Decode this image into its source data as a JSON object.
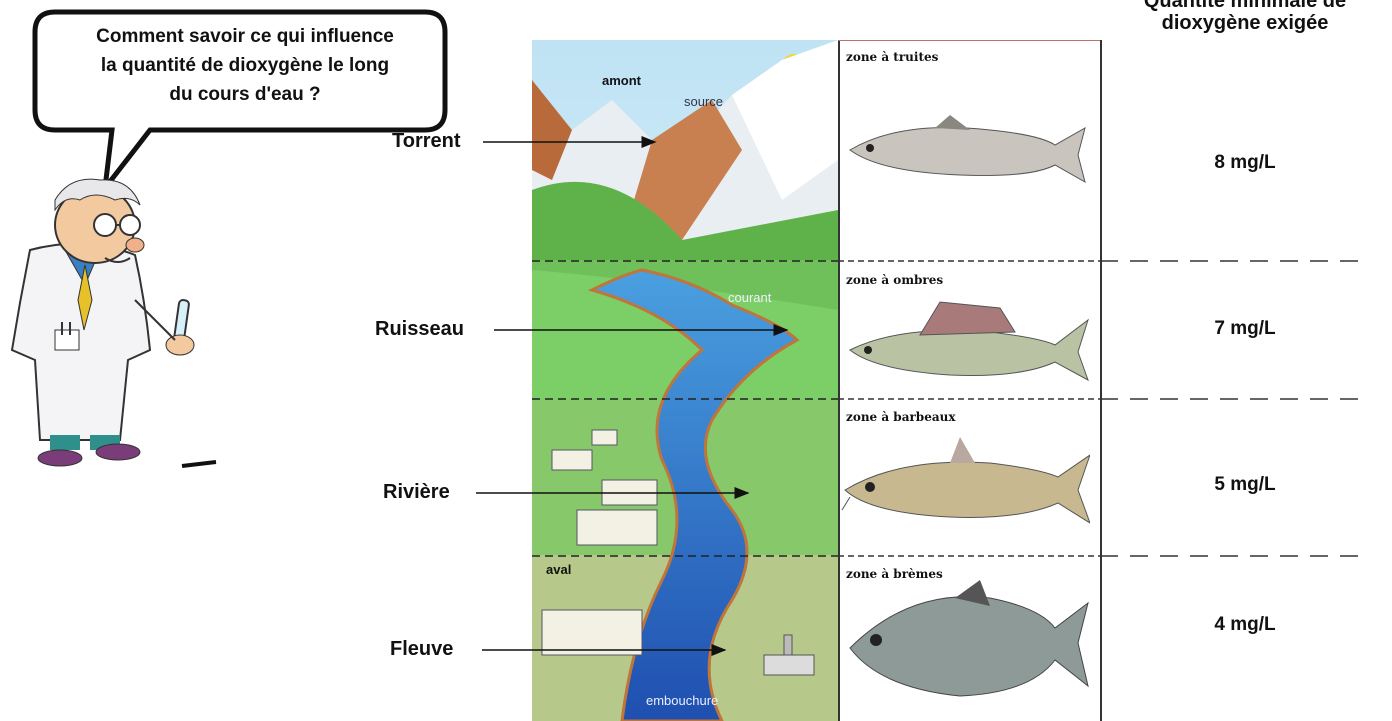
{
  "question": {
    "line1": "Comment savoir ce qui influence",
    "line2": "la quantité de dioxygène le long",
    "line3": "du cours d'eau ?"
  },
  "river_labels": {
    "amont": "amont",
    "source": "source",
    "courant": "courant",
    "aval": "aval",
    "embouchure": "embouchure"
  },
  "sections": [
    {
      "name": "Torrent",
      "zone": "zone à truites",
      "oxygen": "8 mg/L"
    },
    {
      "name": "Ruisseau",
      "zone": "zone à ombres",
      "oxygen": "7 mg/L"
    },
    {
      "name": "Rivière",
      "zone": "zone à barbeaux",
      "oxygen": "5 mg/L"
    },
    {
      "name": "Fleuve",
      "zone": "zone à brèmes",
      "oxygen": "4 mg/L"
    }
  ],
  "column_header": {
    "line1": "Quantité minimale de",
    "line2": "dioxygène exigée"
  },
  "icons": [
    "scientist-icon",
    "fish-trout-icon",
    "fish-grayling-icon",
    "fish-barbel-icon",
    "fish-bream-icon",
    "factory-icon",
    "sun-icon"
  ]
}
